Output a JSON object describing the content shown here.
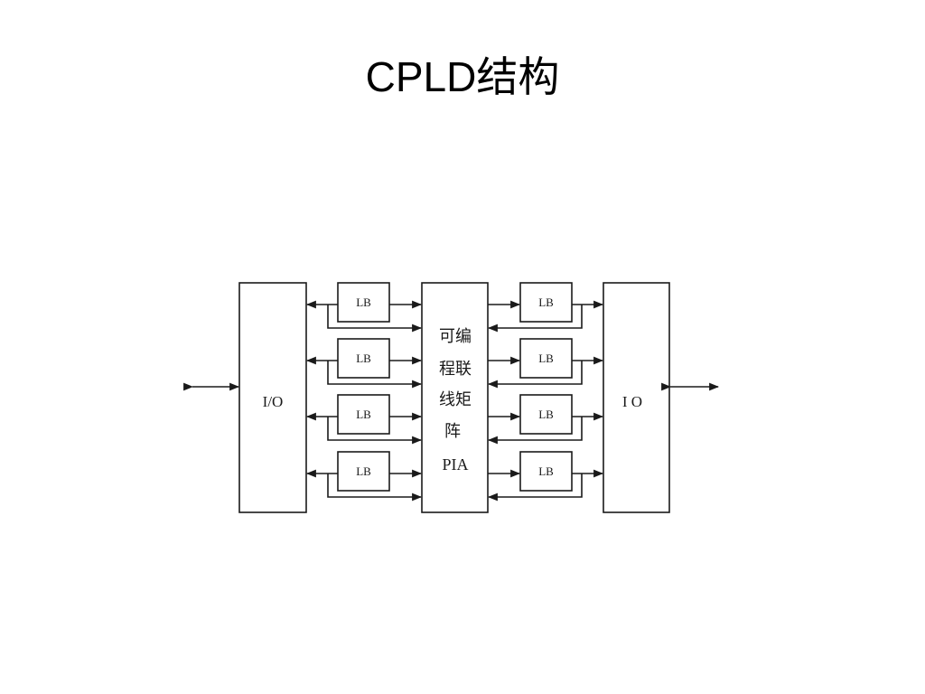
{
  "slide": {
    "title": "CPLD结构"
  },
  "diagram": {
    "io_left_label": "I/O",
    "io_right_label": "I O",
    "lb_label": "LB",
    "pia_lines": [
      "可编",
      "程联",
      "线矩",
      "阵",
      "PIA"
    ],
    "lb_rows": 4,
    "line_color": "#1a1a1a"
  }
}
